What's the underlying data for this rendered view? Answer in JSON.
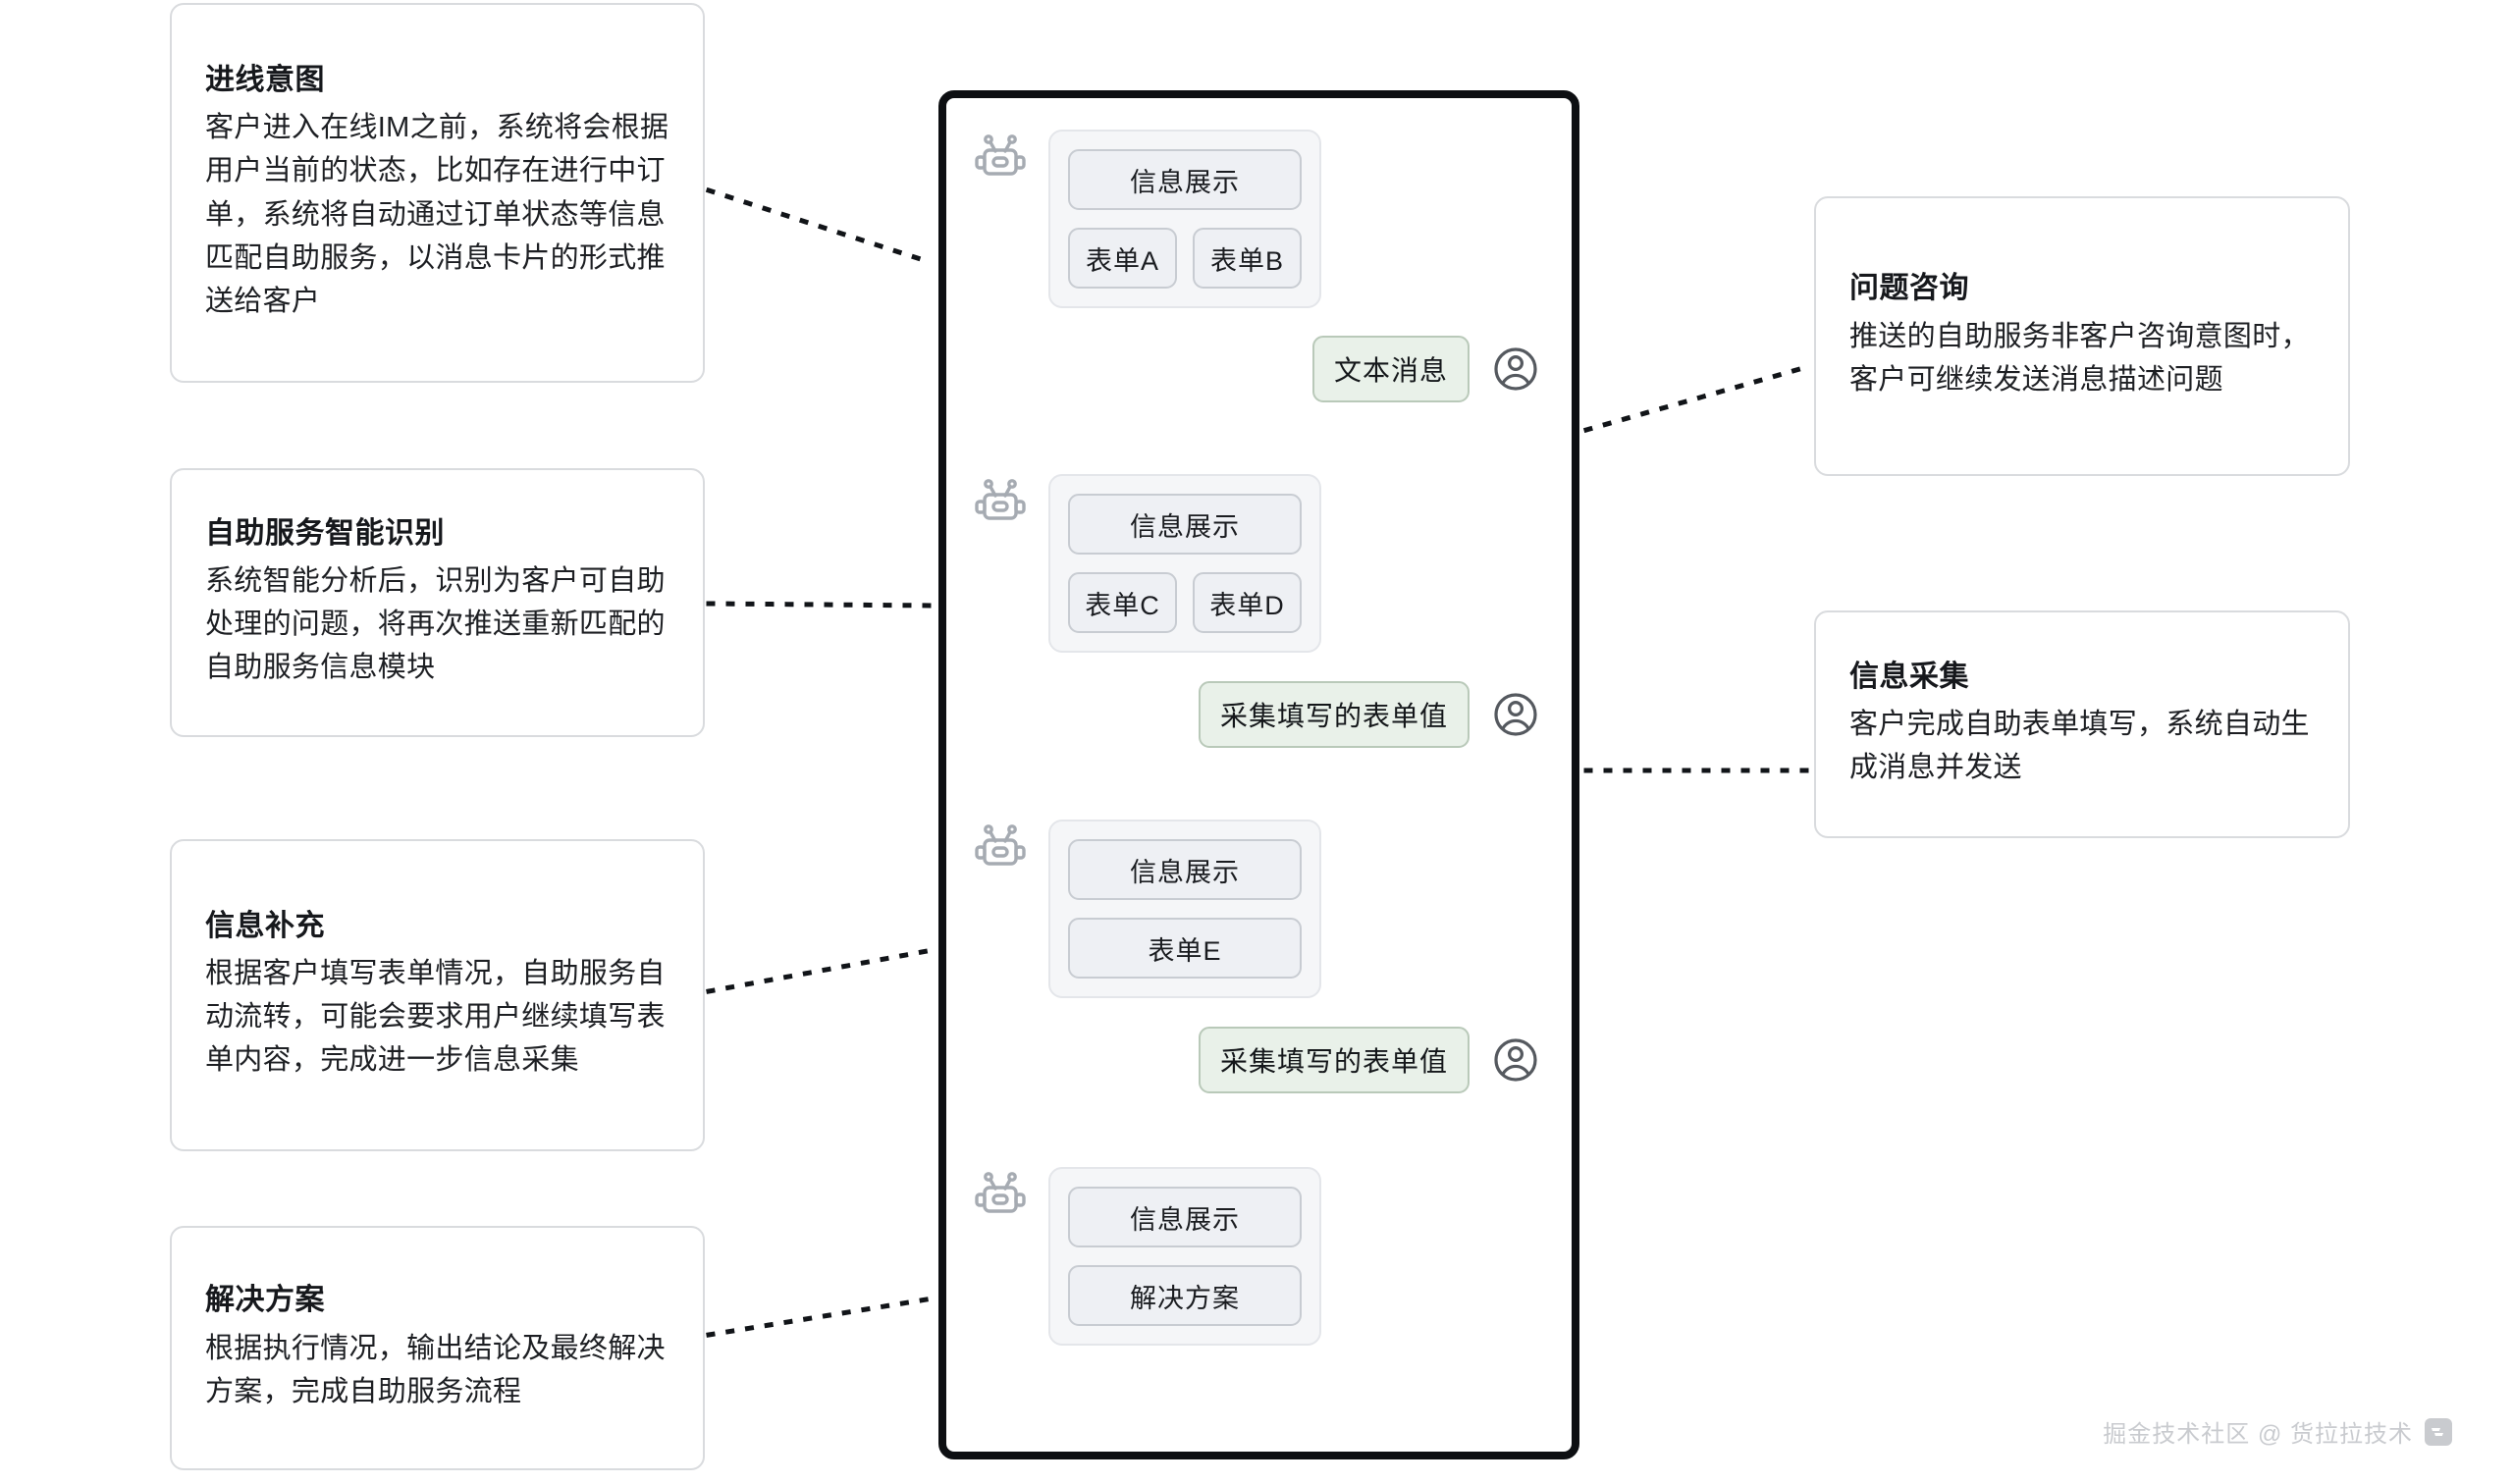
{
  "annotations": {
    "left": [
      {
        "id": "intent",
        "title": "进线意图",
        "body": "客户进入在线IM之前，系统将会根据用户当前的状态，比如存在进行中订单，系统将自动通过订单状态等信息匹配自助服务，以消息卡片的形式推送给客户"
      },
      {
        "id": "recognize",
        "title": "自助服务智能识别",
        "body": "系统智能分析后，识别为客户可自助处理的问题，将再次推送重新匹配的自助服务信息模块"
      },
      {
        "id": "supplement",
        "title": "信息补充",
        "body": "根据客户填写表单情况，自助服务自动流转，可能会要求用户继续填写表单内容，完成进一步信息采集"
      },
      {
        "id": "solution",
        "title": "解决方案",
        "body": "根据执行情况，输出结论及最终解决方案，完成自助服务流程"
      }
    ],
    "right": [
      {
        "id": "question",
        "title": "问题咨询",
        "body": "推送的自助服务非客户咨询意图时，客户可继续发送消息描述问题"
      },
      {
        "id": "collect",
        "title": "信息采集",
        "body": "客户完成自助表单填写，系统自动生成消息并发送"
      }
    ]
  },
  "chat": {
    "groups": [
      {
        "id": "group-1",
        "sender": "bot",
        "avatar_icon": "robot-icon",
        "header_chip": "信息展示",
        "action_chips": [
          "表单A",
          "表单B"
        ]
      },
      {
        "id": "group-2",
        "sender": "bot",
        "avatar_icon": "robot-icon",
        "header_chip": "信息展示",
        "action_chips": [
          "表单C",
          "表单D"
        ]
      },
      {
        "id": "group-3",
        "sender": "bot",
        "avatar_icon": "robot-icon",
        "header_chip": "信息展示",
        "action_chips": [
          "表单E"
        ]
      },
      {
        "id": "group-4",
        "sender": "bot",
        "avatar_icon": "robot-icon",
        "header_chip": "信息展示",
        "action_chips": [
          "解决方案"
        ]
      }
    ],
    "user_messages": [
      {
        "id": "msg-text",
        "text": "文本消息",
        "avatar_icon": "user-avatar-icon"
      },
      {
        "id": "msg-form1",
        "text": "采集填写的表单值",
        "avatar_icon": "user-avatar-icon"
      },
      {
        "id": "msg-form2",
        "text": "采集填写的表单值",
        "avatar_icon": "user-avatar-icon"
      }
    ]
  },
  "watermark": {
    "text": "掘金技术社区 @ 货拉拉技术"
  },
  "colors": {
    "panel_border": "#0d0f12",
    "card_border": "#d9dbde",
    "bot_card_bg": "#f5f6f8",
    "chip_bg": "#eef0f4",
    "chip_border": "#c8ccd2",
    "user_bubble_bg": "#e9f1e9",
    "user_bubble_border": "#b9c9b9",
    "icon_gray": "#a6abb2",
    "connector": "#111418",
    "watermark": "#c9cbcf"
  }
}
